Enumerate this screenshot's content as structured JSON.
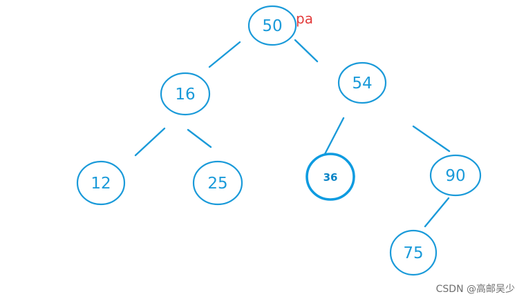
{
  "diagram": {
    "type": "binary-search-tree",
    "nodes": [
      {
        "id": "n50",
        "value": "50"
      },
      {
        "id": "n16",
        "value": "16"
      },
      {
        "id": "n54",
        "value": "54"
      },
      {
        "id": "n12",
        "value": "12"
      },
      {
        "id": "n25",
        "value": "25"
      },
      {
        "id": "n36",
        "value": "36",
        "highlighted": true
      },
      {
        "id": "n90",
        "value": "90"
      },
      {
        "id": "n75",
        "value": "75"
      }
    ],
    "edges": [
      {
        "from": "n50",
        "to": "n16"
      },
      {
        "from": "n50",
        "to": "n54"
      },
      {
        "from": "n16",
        "to": "n12"
      },
      {
        "from": "n16",
        "to": "n25"
      },
      {
        "from": "n54",
        "to": "n36"
      },
      {
        "from": "n54",
        "to": "n90"
      },
      {
        "from": "n90",
        "to": "n75"
      }
    ],
    "pointer": {
      "label": "pa",
      "node": "n50"
    },
    "colors": {
      "node": "#1a9ad9",
      "highlight": "#0e9be0",
      "pointer": "#e23b3b"
    }
  },
  "watermark": "CSDN @高邮吴少"
}
